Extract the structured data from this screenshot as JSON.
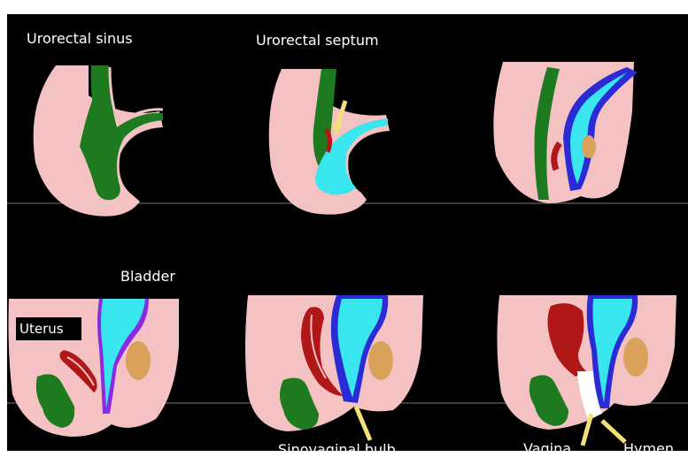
{
  "labels": {
    "urorectal_sinus": "Urorectal sinus",
    "urorectal_septum": "Urorectal septum",
    "bladder": "Bladder",
    "uterus": "Uterus",
    "sinovaginal_bulb": "Sinovaginal bulb",
    "vagina": "Vagina",
    "hymen": "Hymen"
  },
  "colors": {
    "background": "#000000",
    "body_tissue": "#f4c2c2",
    "rectum": "#1e7a1e",
    "bladder": "#39e6ee",
    "bladder_outline": "#2b2bd6",
    "uterus": "#b01818",
    "ovary": "#d9a15a",
    "pointer": "#f2e07a",
    "vaginal_plate": "#ffffff"
  },
  "panels": [
    {
      "id": "stage-1"
    },
    {
      "id": "stage-2"
    },
    {
      "id": "stage-3"
    },
    {
      "id": "stage-4"
    },
    {
      "id": "stage-5"
    },
    {
      "id": "stage-6"
    }
  ]
}
